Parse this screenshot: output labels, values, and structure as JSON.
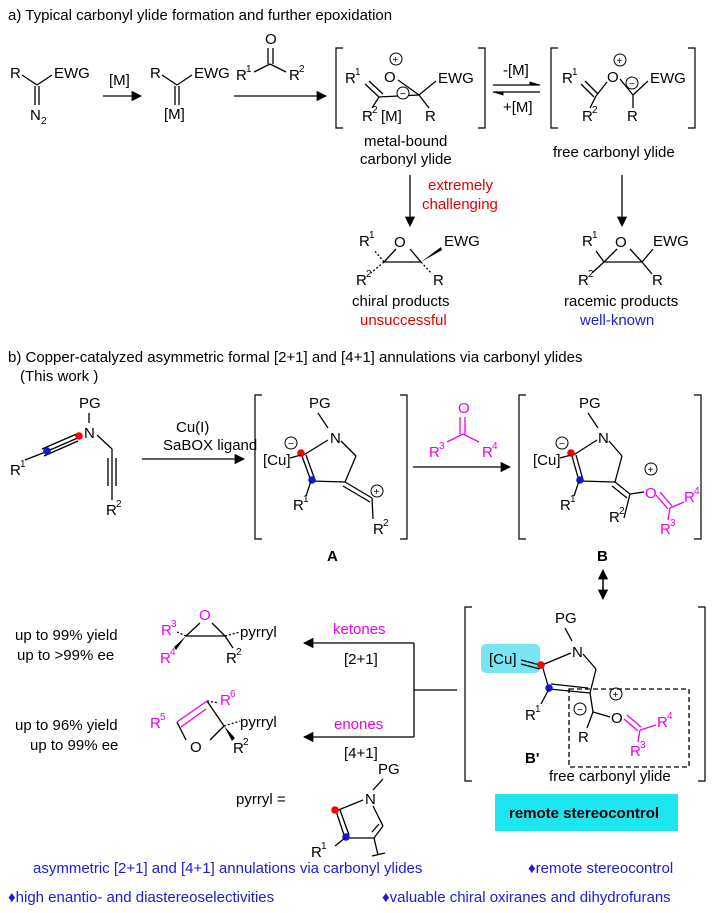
{
  "part_a": {
    "title": "a) Typical carbonyl ylide formation and further epoxidation",
    "step1_catalyst": "[M]",
    "dissociation_label": "-[M]",
    "association_label": "+[M]",
    "metal_bound_caption_1": "metal-bound",
    "metal_bound_caption_2": "carbonyl ylide",
    "free_ylide_caption": "free carbonyl ylide",
    "challenge_1": "extremely",
    "challenge_2": "challenging",
    "chiral_products": "chiral products",
    "chiral_status": "unsuccessful",
    "racemic_products": "racemic products",
    "racemic_status": "well-known"
  },
  "part_b": {
    "title": "b) Copper-catalyzed asymmetric formal [2+1] and [4+1] annulations via carbonyl ylides",
    "subtitle": "(This work )",
    "reagent_1": "Cu(I)",
    "reagent_2": "SaBOX ligand",
    "intermediate_a": "A",
    "intermediate_b": "B",
    "intermediate_b_prime": "B'",
    "ketones_label": "ketones",
    "annulation_21": "[2+1]",
    "enones_label": "enones",
    "annulation_41": "[4+1]",
    "oxirane_yield": "up to 99% yield",
    "oxirane_ee": "up to >99% ee",
    "dihydrofuran_yield": "up to 96% yield",
    "dihydrofuran_ee": "up to 99% ee",
    "pyrryl_def": "pyrryl =",
    "pyrryl": "pyrryl",
    "free_ylide_box": "free carbonyl ylide",
    "remote_badge": "remote stereocontrol"
  },
  "footer": {
    "line1_left": "asymmetric [2+1] and [4+1] annulations via carbonyl ylides",
    "line1_right": "♦remote stereocontrol",
    "line2_left": "♦high enantio- and diastereoselectivities",
    "line2_right": "♦valuable chiral oxiranes and dihydrofurans"
  },
  "labels": {
    "R": "R",
    "R1": "R",
    "R2": "R",
    "R3": "R",
    "R4": "R",
    "R5": "R",
    "R6": "R",
    "EWG": "EWG",
    "N2": "N",
    "M": "[M]",
    "Cu": "[Cu]",
    "PG": "PG",
    "O": "O",
    "N": "N",
    "sup1": "1",
    "sup2": "2",
    "sup3": "3",
    "sup4": "4",
    "sup5": "5",
    "sup6": "6",
    "sub2": "2",
    "plus": "+",
    "minus": "−"
  },
  "colors": {
    "red_text": "#e00000",
    "blue_text": "#1b1bd8",
    "magenta": "#ee00ee",
    "cyan_badge": "#1ee6f0",
    "cu_highlight": "#5fe0f0",
    "red_atom": "#ff0000",
    "blue_atom": "#1515e0"
  }
}
